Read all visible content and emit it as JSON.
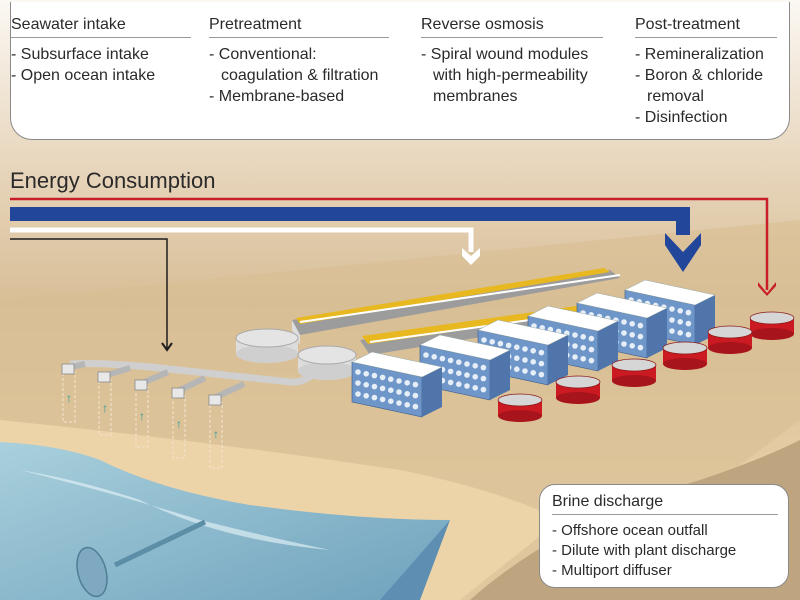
{
  "stages": [
    {
      "title": "Seawater intake",
      "items": [
        "- Subsurface intake",
        "- Open ocean intake"
      ]
    },
    {
      "title": "Pretreatment",
      "items": [
        "- Conventional:\ncoagulation & filtration",
        "- Membrane-based"
      ]
    },
    {
      "title": "Reverse osmosis",
      "items": [
        "- Spiral wound modules\nwith high-permeability\nmembranes"
      ]
    },
    {
      "title": "Post-treatment",
      "items": [
        "- Remineralization",
        "- Boron & chloride\nremoval",
        "- Disinfection"
      ]
    }
  ],
  "energy": {
    "title": "Energy Consumption",
    "flows": [
      {
        "name": "post-treatment",
        "color": "#c81e2a"
      },
      {
        "name": "reverse-osmosis",
        "color": "#22479a"
      },
      {
        "name": "pretreatment",
        "color": "#ffffff"
      },
      {
        "name": "intake",
        "color": "#1e1e1e"
      }
    ]
  },
  "brine": {
    "title": "Brine discharge",
    "items": [
      "- Offshore ocean outfall",
      "- Dilute with plant discharge",
      "- Multiport diffuser"
    ]
  },
  "colors": {
    "sand": "#d8bf98",
    "water": "#7fb4c8",
    "building": "#6f96c8",
    "roof": "#ffffff",
    "tank_red": "#cc1a22",
    "filter_yellow": "#e8b820"
  }
}
